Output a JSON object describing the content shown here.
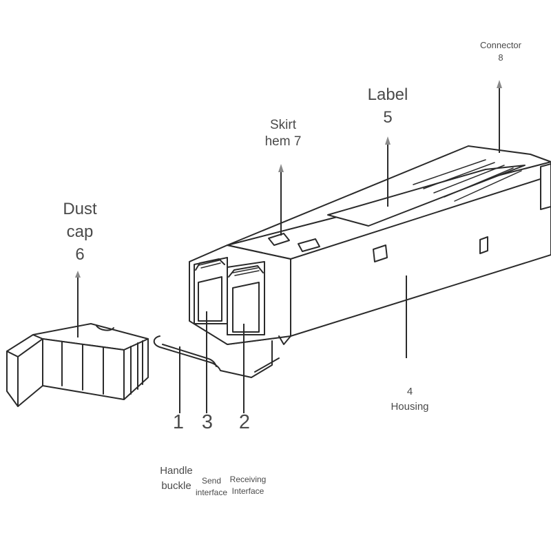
{
  "title": "",
  "labels": {
    "dust_cap": {
      "line1": "Dust",
      "line2": "cap",
      "number": "6"
    },
    "skirt_hem": {
      "line1": "Skirt",
      "line2": "hem 7"
    },
    "label": {
      "line1": "Label",
      "number": "5"
    },
    "connector": {
      "line1": "Connector",
      "number": "8"
    },
    "housing": {
      "number": "4",
      "line1": "Housing"
    },
    "handle_buckle": {
      "number": "1",
      "line1": "Handle",
      "line2": "buckle"
    },
    "send_interface": {
      "number": "3",
      "line1": "Send",
      "line2": "interface"
    },
    "receiving_interface": {
      "number": "2",
      "line1": "Receiving",
      "line2": "Interface"
    }
  },
  "colors": {
    "line": "#2a2a2a",
    "text": "#4a4a4a",
    "background": "#ffffff"
  }
}
